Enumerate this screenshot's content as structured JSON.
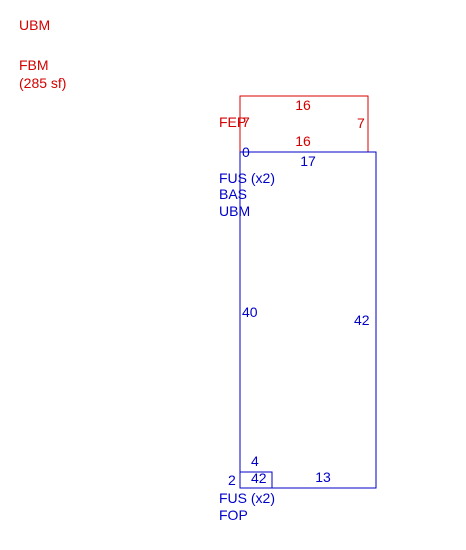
{
  "colors": {
    "garage": "#d40000",
    "main": "#0000c8"
  },
  "legend": {
    "line1": "UBM",
    "line2": "FBM",
    "line3": "(285 sf)"
  },
  "garage": {
    "tag": "FEP",
    "top_dim": "16",
    "bottom_dim": "16",
    "left_dim": "7",
    "right_dim": "7"
  },
  "main": {
    "corner_label": "0",
    "top_dim": "17",
    "left_dim": "40",
    "right_dim": "42",
    "bottom_dim": "13",
    "label_line1": "FUS (x2)",
    "label_line2": "BAS",
    "label_line3": "UBM"
  },
  "porch": {
    "top_dim": "4",
    "left_dim": "2",
    "inner_dim": "42",
    "label_line1": "FUS (x2)",
    "label_line2": "FOP"
  }
}
